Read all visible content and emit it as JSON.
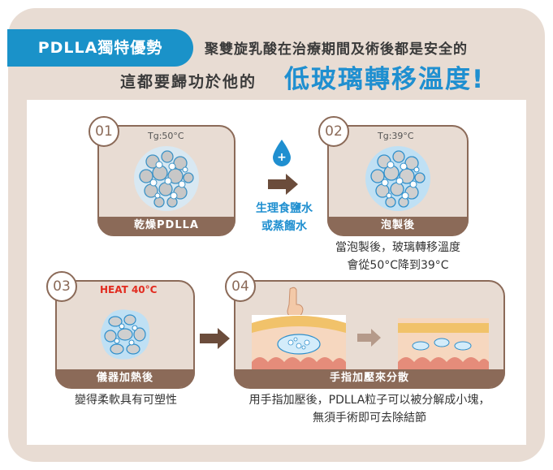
{
  "header": {
    "tag": "PDLLA獨特優勢",
    "line1": "聚雙旋乳酸在治療期間及術後都是安全的",
    "line2": "這都要歸功於他的",
    "highlight": "低玻璃轉移溫度!"
  },
  "steps": [
    {
      "num": "01",
      "temp": "Tg:50°C",
      "label": "乾燥PDLLA"
    },
    {
      "num": "02",
      "temp": "Tg:39°C",
      "label": "泡製後"
    },
    {
      "num": "03",
      "temp": "HEAT 40°C",
      "label": "儀器加熱後"
    },
    {
      "num": "04",
      "label": "手指加壓來分散"
    }
  ],
  "saline": {
    "line1": "生理食鹽水",
    "line2": "或蒸餾水"
  },
  "captions": {
    "c2a": "當泡製後，玻璃轉移溫度",
    "c2b": "會從50°C降到39°C",
    "c3": "變得柔軟具有可塑性",
    "c4a": "用手指加壓後，PDLLA粒子可以被分解成小塊，",
    "c4b": "無須手術即可去除結節"
  },
  "colors": {
    "accent": "#1f8fd0",
    "brown": "#8b6a58",
    "heat": "#e22b1f"
  }
}
